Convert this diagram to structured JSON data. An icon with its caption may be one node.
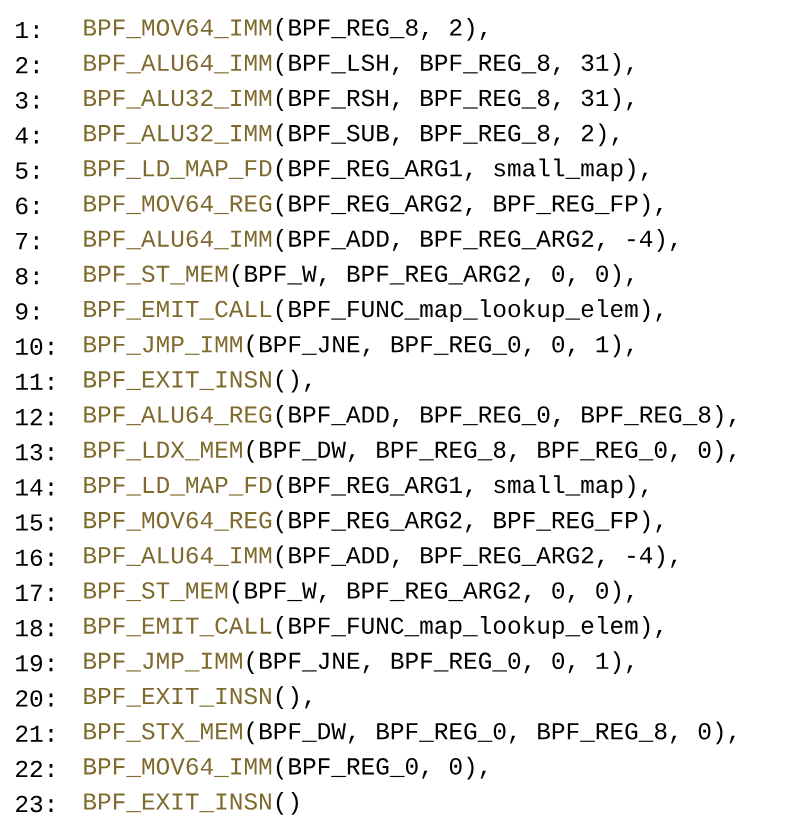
{
  "diagram": {
    "labels": [
      "1:",
      "BPF_MOV64_IMM",
      "(BPF_REG_8, 2),",
      "2:",
      "BPF_ALU64_IMM",
      "(BPF_LSH, BPF_REG_8, 31),",
      "3:",
      "BPF_ALU32_IMM",
      "(BPF_RSH, BPF_REG_8, 31),",
      "4:",
      "BPF_ALU32_IMM",
      "(BPF_SUB, BPF_REG_8, 2),",
      "5:",
      "BPF_LD_MAP_FD",
      "(BPF_REG_ARG1, small_map),",
      "6:",
      "BPF_MOV64_REG",
      "(BPF_REG_ARG2, BPF_REG_FP),",
      "7:",
      "BPF_ALU64_IMM",
      "(BPF_ADD, BPF_REG_ARG2, -4),",
      "8:",
      "BPF_ST_MEM",
      "(BPF_W, BPF_REG_ARG2, 0, 0),",
      "9:",
      "BPF_EMIT_CALL",
      "(BPF_FUNC_map_lookup_elem),",
      "10:",
      "BPF_JMP_IMM",
      "(BPF_JNE, BPF_REG_0, 0, 1),",
      "11:",
      "BPF_EXIT_INSN",
      "(),",
      "12:",
      "BPF_ALU64_REG",
      "(BPF_ADD, BPF_REG_0, BPF_REG_8),",
      "13:",
      "BPF_LDX_MEM",
      "(BPF_DW, BPF_REG_8, BPF_REG_0, 0),",
      "14:",
      "BPF_LD_MAP_FD",
      "(BPF_REG_ARG1, small_map),",
      "15:",
      "BPF_MOV64_REG",
      "(BPF_REG_ARG2, BPF_REG_FP),",
      "16:",
      "BPF_ALU64_IMM",
      "(BPF_ADD, BPF_REG_ARG2, -4),",
      "17:",
      "BPF_ST_MEM",
      "(BPF_W, BPF_REG_ARG2, 0, 0),",
      "18:",
      "BPF_EMIT_CALL",
      "(BPF_FUNC_map_lookup_elem),",
      "19:",
      "BPF_JMP_IMM",
      "(BPF_JNE, BPF_REG_0, 0, 1),",
      "20:",
      "BPF_EXIT_INSN",
      "(),",
      "21:",
      "BPF_STX_MEM",
      "(BPF_DW, BPF_REG_0, BPF_REG_8, 0),",
      "22:",
      "BPF_MOV64_IMM",
      "(BPF_REG_0, 0),",
      "23:",
      "BPF_EXIT_INSN",
      "()"
    ]
  }
}
